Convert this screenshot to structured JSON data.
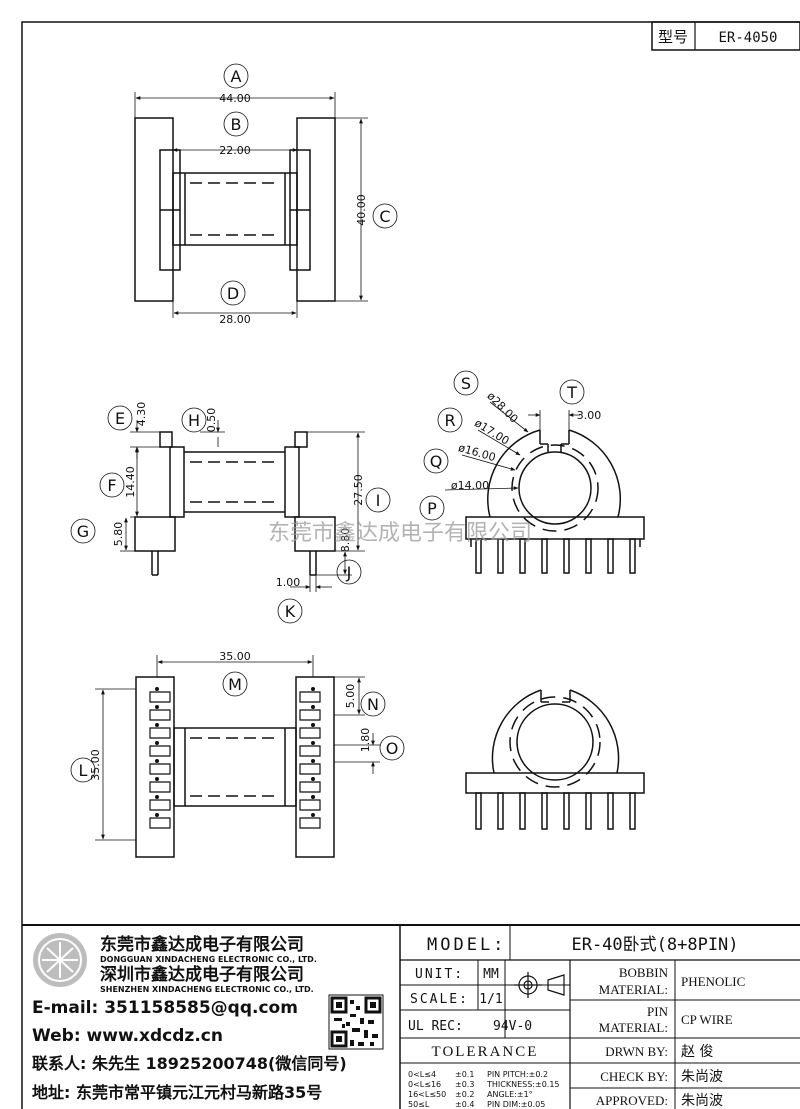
{
  "header": {
    "type_label": "型号",
    "type_value": "ER-4050"
  },
  "top_view": {
    "letters": {
      "a": "A",
      "b": "B",
      "c": "C",
      "d": "D"
    },
    "dims": {
      "a": "44.00",
      "b": "22.00",
      "c": "40.00",
      "d": "28.00"
    }
  },
  "side_view": {
    "letters": {
      "e": "E",
      "f": "F",
      "g": "G",
      "h": "H",
      "i": "I",
      "j": "J",
      "k": "K"
    },
    "dims": {
      "e": "4.30",
      "h": "0.50",
      "f": "14.40",
      "i": "27.50",
      "g": "5.80",
      "j": "8.80",
      "k": "1.00"
    }
  },
  "end_view": {
    "letters": {
      "s": "S",
      "t": "T",
      "r": "R",
      "q": "Q",
      "p": "P"
    },
    "dims": {
      "s": "ø28.00",
      "t": "3.00",
      "r": "ø17.00",
      "q": "ø16.00",
      "p": "ø14.00"
    }
  },
  "bottom_view": {
    "letters": {
      "m": "M",
      "n": "N",
      "o": "O",
      "l": "L"
    },
    "dims": {
      "m": "35.00",
      "n": "5.00",
      "o": "1.80",
      "l": "35.00"
    }
  },
  "watermark": "东莞市鑫达成电子有限公司",
  "company": {
    "name_cn": "东莞市鑫达成电子有限公司",
    "name_en": "DONGGUAN XINDACHENG ELECTRONIC CO., LTD.",
    "name2_cn": "深圳市鑫达成电子有限公司",
    "name2_en": "SHENZHEN XINDACHENG ELECTRONIC CO., LTD.",
    "email": "E-mail: 351158585@qq.com",
    "web": "Web: www.xdcdz.cn",
    "contact": "联系人: 朱先生 18925200748(微信同号)",
    "address": "地址: 东莞市常平镇元江元村马新路35号"
  },
  "title_block": {
    "model_label": "MODEL:",
    "model_value": "ER-40卧式(8+8PIN)",
    "unit_label": "UNIT:",
    "unit_value": "MM",
    "scale_label": "SCALE:",
    "scale_value": "1/1",
    "ulrec_label": "UL REC:",
    "ulrec_value": "94V-0",
    "tolerance_label": "TOLERANCE",
    "tol_rows": [
      {
        "range": "0<L≤4",
        "tol": "±0.1",
        "item": "PIN PITCH:±0.2"
      },
      {
        "range": "0<L≤16",
        "tol": "±0.3",
        "item": "THICKNESS:±0.15"
      },
      {
        "range": "16<L≤50",
        "tol": "±0.2",
        "item": "ANGLE:±1°"
      },
      {
        "range": "50≤L",
        "tol": "±0.4",
        "item": "PIN DIM:±0.05"
      }
    ],
    "bobbin_label_1": "BOBBIN",
    "bobbin_label_2": "MATERIAL:",
    "bobbin_value": "PHENOLIC",
    "pin_label_1": "PIN",
    "pin_label_2": "MATERIAL:",
    "pin_value": "CP WIRE",
    "drwn_label": "DRWN BY:",
    "drwn_value": "赵  俊",
    "check_label": "CHECK BY:",
    "check_value": "朱尚波",
    "approved_label": "APPROVED:",
    "approved_value": "朱尚波"
  }
}
